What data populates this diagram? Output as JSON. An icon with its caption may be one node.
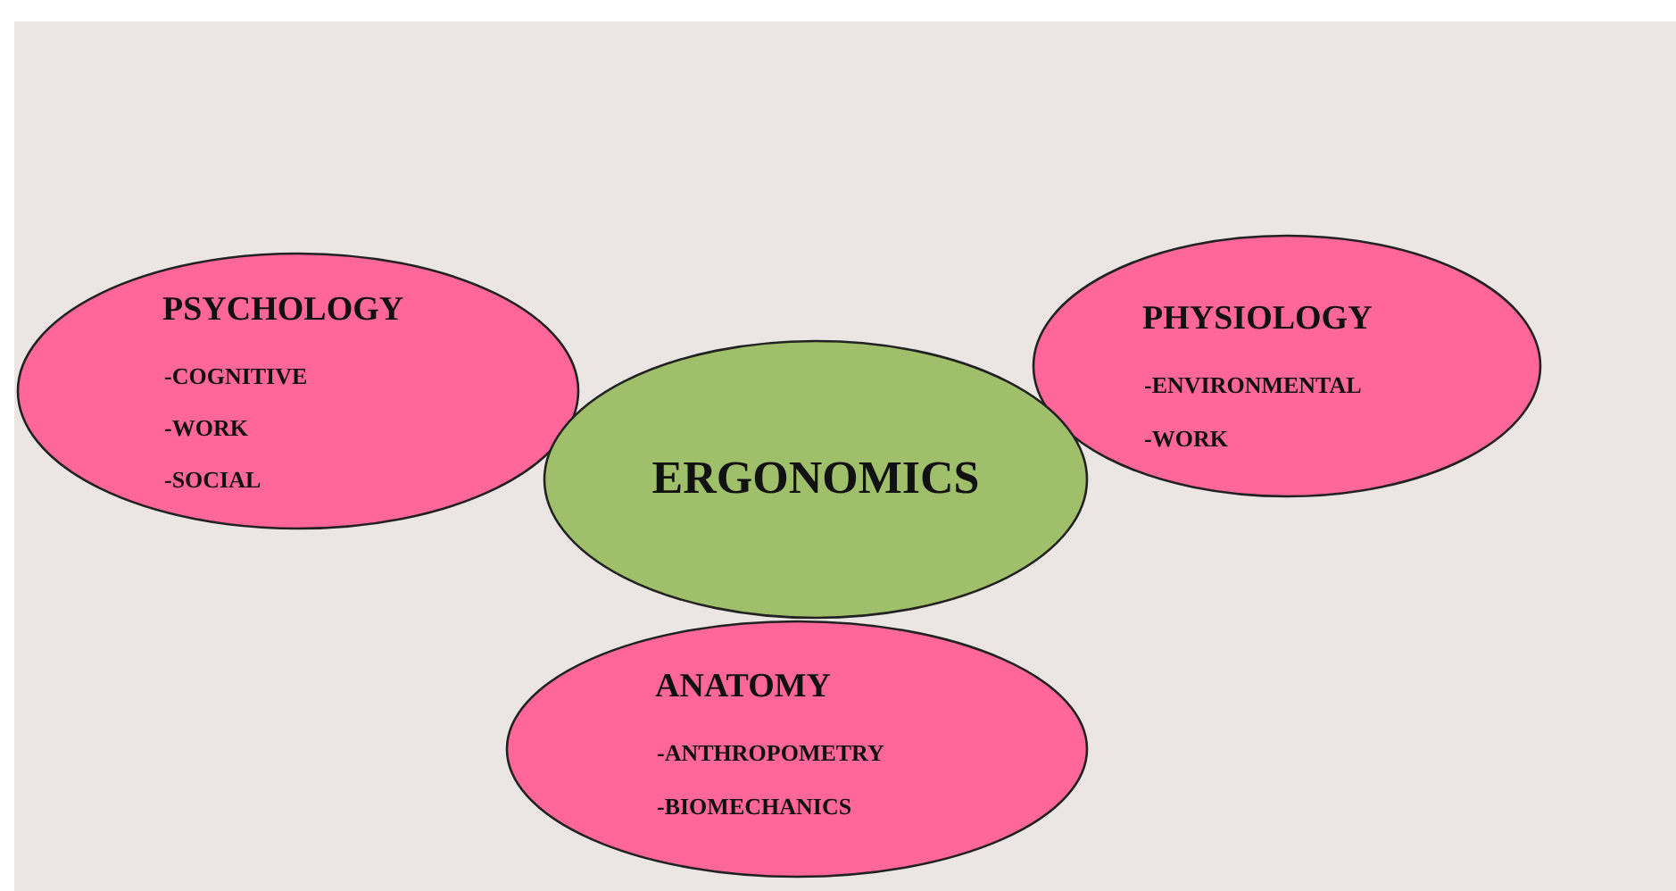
{
  "diagram": {
    "nodes": [
      {
        "text": [
          "PSYCHOLOGY",
          "-COGNITIVE",
          "-WORK",
          "-SOCIAL"
        ]
      },
      {
        "text": [
          "PHYSIOLOGY",
          "-ENVIRONMENTAL",
          "-WORK"
        ]
      },
      {
        "text": [
          "ERGONOMICS"
        ]
      },
      {
        "text": [
          "ANATOMY",
          "-ANTHROPOMETRY",
          "-BIOMECHANICS"
        ]
      }
    ]
  }
}
